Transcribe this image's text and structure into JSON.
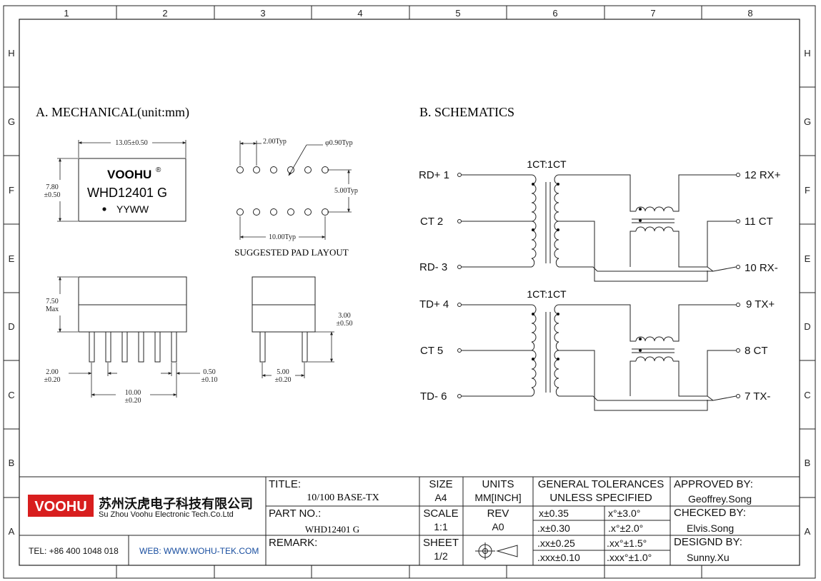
{
  "border": {
    "columns": [
      "1",
      "2",
      "3",
      "4",
      "5",
      "6",
      "7",
      "8"
    ],
    "rows": [
      "H",
      "G",
      "F",
      "E",
      "D",
      "C",
      "B",
      "A"
    ]
  },
  "mechanical": {
    "title": "A. MECHANICAL(unit:mm)",
    "top_view": {
      "brand": "VOOHU",
      "registered": "®",
      "part": "WHD12401 G",
      "date_code": "YYWW",
      "width_label": "13.05±0.50",
      "height_label_1": "7.80",
      "height_label_2": "±0.50"
    },
    "pad_layout": {
      "title": "SUGGESTED PAD LAYOUT",
      "pitch_label": "2.00Typ",
      "diameter_label": "φ0.90Typ",
      "row_spacing_label": "5.00Typ",
      "span_label": "10.00Typ"
    },
    "side_view": {
      "height_1": "7.50",
      "height_2": "Max",
      "pitch_1": "2.00",
      "pitch_2": "±0.20",
      "pin_w_1": "0.50",
      "pin_w_2": "±0.10",
      "span_1": "10.00",
      "span_2": "±0.20"
    },
    "end_view": {
      "pin_len_1": "3.00",
      "pin_len_2": "±0.50",
      "row_1": "5.00",
      "row_2": "±0.20"
    }
  },
  "schematics": {
    "title": "B. SCHEMATICS",
    "ratio_top": "1CT:1CT",
    "ratio_bottom": "1CT:1CT",
    "left_pins": [
      "RD+ 1",
      "CT   2",
      "RD- 3",
      "TD+ 4",
      "CT   5",
      "TD-  6"
    ],
    "right_pins": [
      "12 RX+",
      "11 CT",
      "10 RX-",
      "9 TX+",
      "8  CT",
      "7 TX-"
    ]
  },
  "title_block": {
    "logo_text": "VOOHU",
    "company_cn": "苏州沃虎电子科技有限公司",
    "company_en": "Su Zhou Voohu Electronic Tech.Co.Ltd",
    "tel": "TEL: +86 400 1048 018",
    "web": "WEB: WWW.WOHU-TEK.COM",
    "title_label": "TITLE:",
    "title_value": "10/100 BASE-TX",
    "part_label": "PART NO.:",
    "part_value": "WHD12401 G",
    "remark_label": "REMARK:",
    "size_label": "SIZE",
    "size_value": "A4",
    "units_label": "UNITS",
    "units_value": "MM[INCH]",
    "scale_label": "SCALE",
    "scale_value": "1:1",
    "rev_label": "REV",
    "rev_value": "A0",
    "sheet_label": "SHEET",
    "sheet_value": "1/2",
    "tol_title_1": "GENERAL TOLERANCES",
    "tol_title_2": "UNLESS SPECIFIED",
    "tol": [
      [
        "x±0.35",
        "x°±3.0°"
      ],
      [
        ".x±0.30",
        ".x°±2.0°"
      ],
      [
        ".xx±0.25",
        ".xx°±1.5°"
      ],
      [
        ".xxx±0.10",
        ".xxx°±1.0°"
      ]
    ],
    "approved_label": "APPROVED BY:",
    "approved_value": "Geoffrey.Song",
    "checked_label": "CHECKED BY:",
    "checked_value": "Elvis.Song",
    "designed_label": "DESIGND BY:",
    "designed_value": "Sunny.Xu"
  }
}
